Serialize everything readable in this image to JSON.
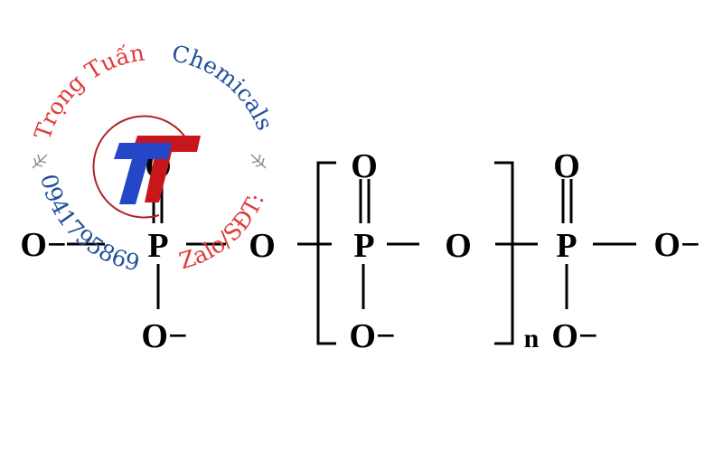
{
  "molecule": {
    "atoms": {
      "o_left": "O−",
      "p1": "P",
      "o_top1": "O",
      "o_bottom1": "O−",
      "o_bridge1": "O",
      "p2": "P",
      "o_top2": "O",
      "o_bottom2": "O−",
      "o_bridge2": "O",
      "p3": "P",
      "o_top3": "O",
      "o_bottom3": "O−",
      "o_right": "O−"
    },
    "repeat_subscript": "n"
  },
  "watermark": {
    "name_red": "Trọng Tuấn",
    "name_blue": "Chemicals",
    "zalo_label": "Zalo/SĐT:",
    "phone": "0941795869",
    "colors": {
      "red": "#e03a3a",
      "blue": "#1f4f9a",
      "dark_red": "#b0232a"
    }
  }
}
